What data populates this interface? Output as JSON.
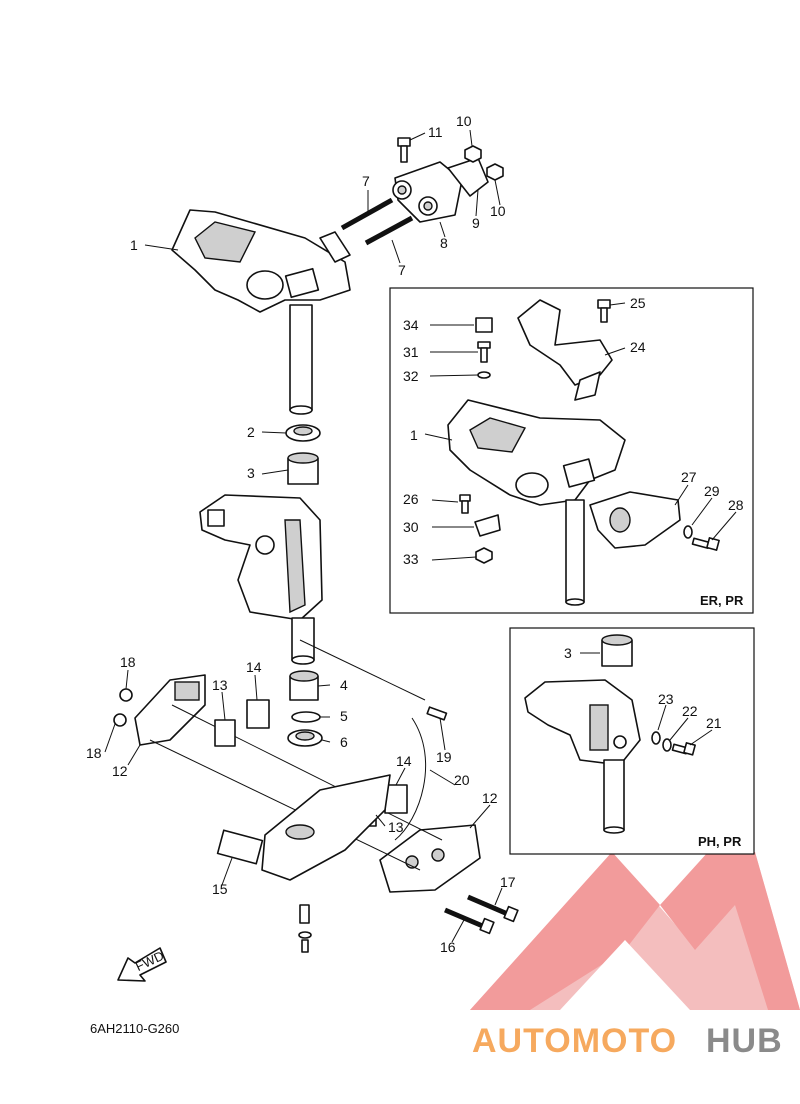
{
  "diagram_code": "6AH2110-G260",
  "fwd_label": "FWD",
  "insets": [
    {
      "id": "er-pr",
      "label": "ER, PR"
    },
    {
      "id": "ph-pr",
      "label": "PH, PR"
    }
  ],
  "callouts": {
    "main": [
      "1",
      "2",
      "3",
      "4",
      "5",
      "6",
      "7",
      "7",
      "8",
      "9",
      "10",
      "10",
      "11",
      "12",
      "12",
      "13",
      "13",
      "14",
      "14",
      "15",
      "16",
      "17",
      "18",
      "18",
      "19",
      "20"
    ],
    "er_pr": [
      "1",
      "24",
      "25",
      "26",
      "27",
      "28",
      "29",
      "30",
      "31",
      "32",
      "33",
      "34"
    ],
    "ph_pr": [
      "3",
      "21",
      "22",
      "23"
    ]
  },
  "watermark": {
    "text_a": "AUTOMOTO",
    "text_b": "HUB",
    "color_a": "#f6a95e",
    "color_b": "#8a8a8a",
    "logo_color": "#f08a8a"
  }
}
